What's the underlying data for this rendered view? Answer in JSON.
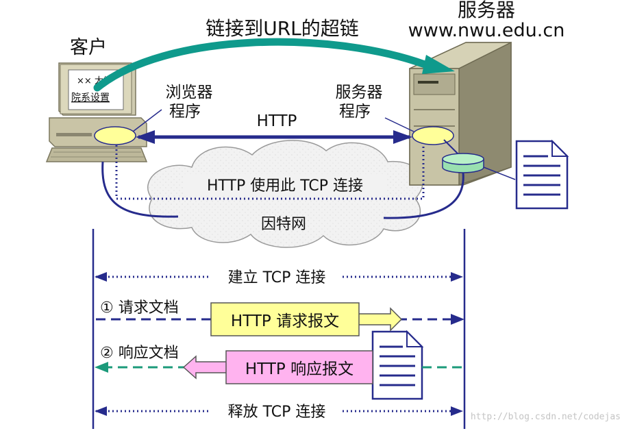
{
  "diagram": {
    "hyperlink_label": "链接到URL的超链",
    "client": {
      "title": "客户",
      "screen_line1": "×× 大学",
      "screen_line2": "院系设置",
      "program_line1": "浏览器",
      "program_line2": "程序"
    },
    "server": {
      "title": "服务器",
      "host": "www.nwu.edu.cn",
      "program_line1": "服务器",
      "program_line2": "程序"
    },
    "network": {
      "protocol": "HTTP",
      "tcp_usage": "HTTP 使用此 TCP 连接",
      "internet": "因特网"
    },
    "sequence": {
      "establish": "建立 TCP 连接",
      "request_step": "① 请求文档",
      "request_msg": "HTTP 请求报文",
      "response_step": "② 响应文档",
      "response_msg": "HTTP 响应报文",
      "release": "释放 TCP 连接"
    },
    "watermark": "http://blog.csdn.net/codejas",
    "colors": {
      "navy": "#262b8c",
      "teal_arrow": "#0f9a8c",
      "request_box": "#ffff99",
      "response_box": "#ffb3ef",
      "response_line": "#1b9a7a"
    }
  }
}
